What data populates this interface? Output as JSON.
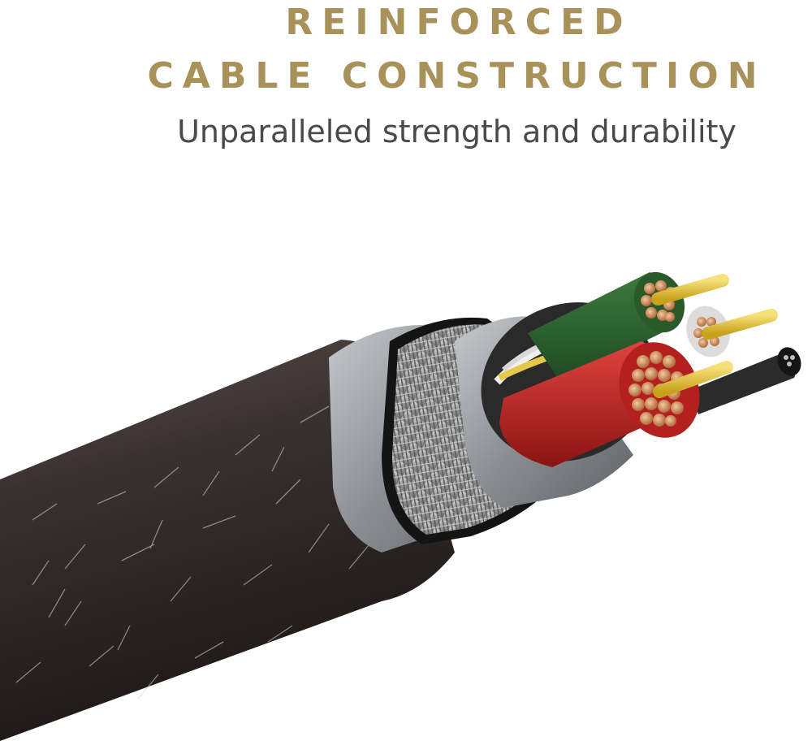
{
  "headline": {
    "line1": "REINFORCED",
    "line2": "CABLE CONSTRUCTION",
    "color": "#a8925a"
  },
  "subtitle": {
    "text": "Unparalleled strength and durability",
    "color": "#4a4a4a"
  },
  "illustration": {
    "subject": "cable-cross-section",
    "layers": [
      "braided-jacket",
      "grey-insulation",
      "metal-braid-shield",
      "grey-inner-sheath",
      "green-wire",
      "red-wire",
      "white-wire",
      "black-wire",
      "copper-strands",
      "gold-conductors"
    ]
  }
}
